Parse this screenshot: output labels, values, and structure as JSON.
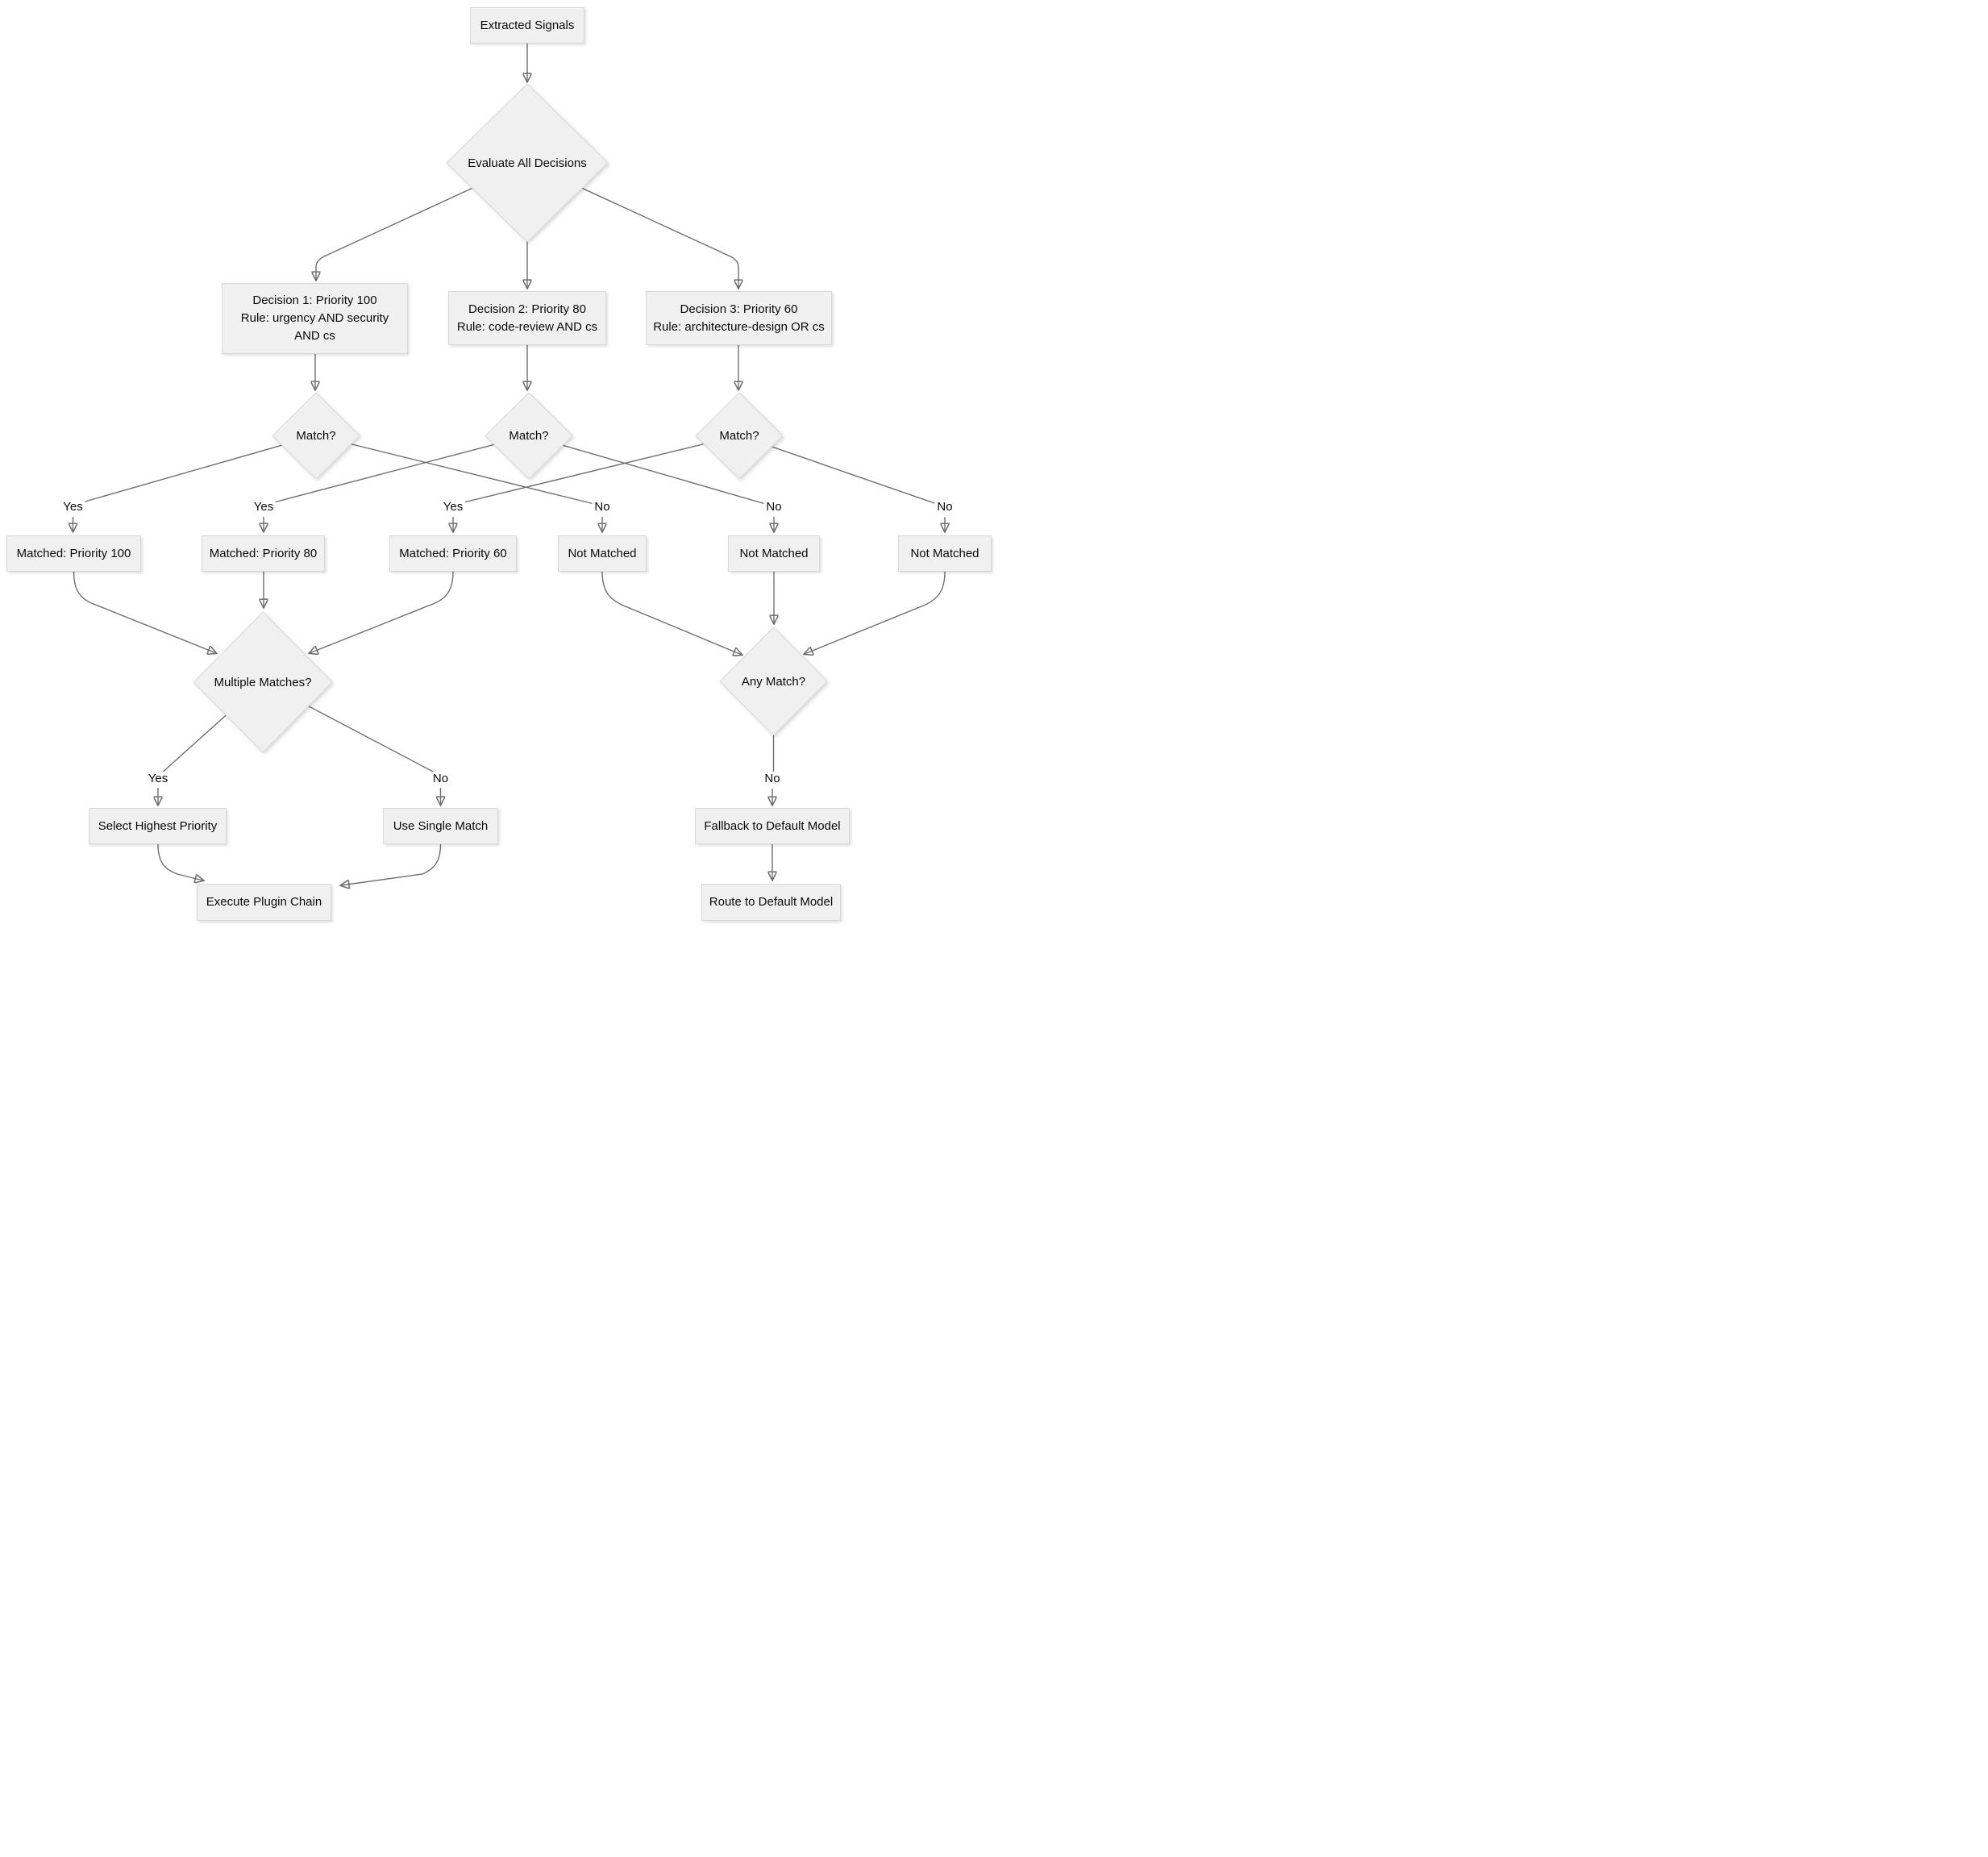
{
  "diagram": {
    "type": "flowchart",
    "nodes": {
      "extracted_signals": {
        "label": "Extracted Signals"
      },
      "evaluate_all": {
        "label": "Evaluate All Decisions"
      },
      "decision1": {
        "lines": [
          "Decision 1: Priority 100",
          "Rule: urgency AND security",
          "AND cs"
        ]
      },
      "decision2": {
        "lines": [
          "Decision 2: Priority 80",
          "Rule: code-review AND cs"
        ]
      },
      "decision3": {
        "lines": [
          "Decision 3: Priority 60",
          "Rule: architecture-design OR cs"
        ]
      },
      "match1": {
        "label": "Match?"
      },
      "match2": {
        "label": "Match?"
      },
      "match3": {
        "label": "Match?"
      },
      "matched_100": {
        "label": "Matched: Priority 100"
      },
      "matched_80": {
        "label": "Matched: Priority 80"
      },
      "matched_60": {
        "label": "Matched: Priority 60"
      },
      "not_matched_1": {
        "label": "Not Matched"
      },
      "not_matched_2": {
        "label": "Not Matched"
      },
      "not_matched_3": {
        "label": "Not Matched"
      },
      "multiple_matches": {
        "label": "Multiple Matches?"
      },
      "any_match": {
        "label": "Any Match?"
      },
      "select_highest": {
        "label": "Select Highest Priority"
      },
      "use_single": {
        "label": "Use Single Match"
      },
      "fallback": {
        "label": "Fallback to Default Model"
      },
      "execute": {
        "label": "Execute Plugin Chain"
      },
      "route_default": {
        "label": "Route to Default Model"
      }
    },
    "edge_labels": {
      "match1_yes": "Yes",
      "match2_yes": "Yes",
      "match3_yes": "Yes",
      "match1_no": "No",
      "match2_no": "No",
      "match3_no": "No",
      "multiple_yes": "Yes",
      "multiple_no": "No",
      "any_no": "No"
    },
    "edges": [
      {
        "from": "extracted_signals",
        "to": "evaluate_all",
        "label": ""
      },
      {
        "from": "evaluate_all",
        "to": "decision1",
        "label": ""
      },
      {
        "from": "evaluate_all",
        "to": "decision2",
        "label": ""
      },
      {
        "from": "evaluate_all",
        "to": "decision3",
        "label": ""
      },
      {
        "from": "decision1",
        "to": "match1",
        "label": ""
      },
      {
        "from": "decision2",
        "to": "match2",
        "label": ""
      },
      {
        "from": "decision3",
        "to": "match3",
        "label": ""
      },
      {
        "from": "match1",
        "to": "matched_100",
        "label": "Yes"
      },
      {
        "from": "match1",
        "to": "not_matched_1",
        "label": "No"
      },
      {
        "from": "match2",
        "to": "matched_80",
        "label": "Yes"
      },
      {
        "from": "match2",
        "to": "not_matched_2",
        "label": "No"
      },
      {
        "from": "match3",
        "to": "matched_60",
        "label": "Yes"
      },
      {
        "from": "match3",
        "to": "not_matched_3",
        "label": "No"
      },
      {
        "from": "matched_100",
        "to": "multiple_matches",
        "label": ""
      },
      {
        "from": "matched_80",
        "to": "multiple_matches",
        "label": ""
      },
      {
        "from": "matched_60",
        "to": "multiple_matches",
        "label": ""
      },
      {
        "from": "not_matched_1",
        "to": "any_match",
        "label": ""
      },
      {
        "from": "not_matched_2",
        "to": "any_match",
        "label": ""
      },
      {
        "from": "not_matched_3",
        "to": "any_match",
        "label": ""
      },
      {
        "from": "multiple_matches",
        "to": "select_highest",
        "label": "Yes"
      },
      {
        "from": "multiple_matches",
        "to": "use_single",
        "label": "No"
      },
      {
        "from": "any_match",
        "to": "fallback",
        "label": "No"
      },
      {
        "from": "select_highest",
        "to": "execute",
        "label": ""
      },
      {
        "from": "use_single",
        "to": "execute",
        "label": ""
      },
      {
        "from": "fallback",
        "to": "route_default",
        "label": ""
      }
    ],
    "colors": {
      "node_fill": "#f0f0f0",
      "node_border": "#d8d8d8",
      "edge": "#6e6e6e",
      "text": "#0a0a0a",
      "background": "#ffffff"
    }
  }
}
